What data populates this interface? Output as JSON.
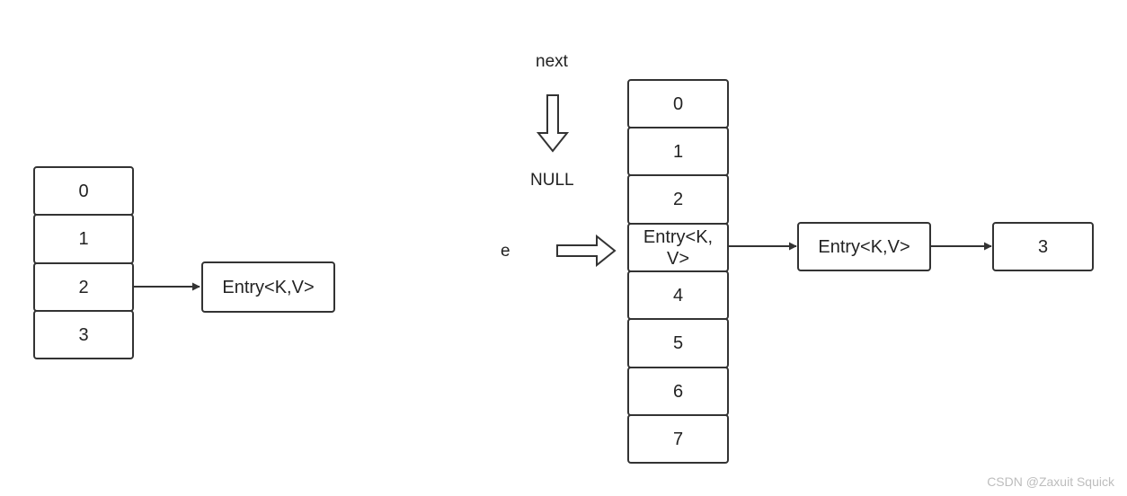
{
  "left_array": {
    "cells": [
      "0",
      "1",
      "2",
      "3"
    ]
  },
  "left_entry": "Entry<K,V>",
  "right_array": {
    "cells": [
      "0",
      "1",
      "2",
      "Entry<K, V>",
      "4",
      "5",
      "6",
      "7"
    ]
  },
  "right_chain": [
    "Entry<K,V>",
    "3"
  ],
  "labels": {
    "next": "next",
    "null": "NULL",
    "e": "e"
  },
  "watermark": "CSDN @Zaxuit Squick"
}
